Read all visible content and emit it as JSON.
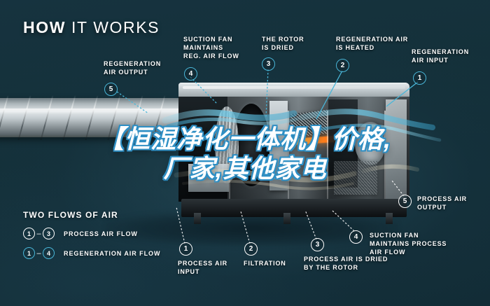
{
  "title": {
    "strong": "HOW",
    "light": "IT WORKS"
  },
  "background_color": "#15323f",
  "accent_color": "#49b6d8",
  "callouts": [
    {
      "id": 5,
      "marker": "5",
      "style": "blue",
      "text": "REGENERATION\nAIR OUTPUT"
    },
    {
      "id": 4,
      "marker": "4",
      "style": "blue",
      "text": "SUCTION FAN\nMAINTAINS\nREG. AIR FLOW"
    },
    {
      "id": 3,
      "marker": "3",
      "style": "blue",
      "text": "THE ROTOR\nIS DRIED"
    },
    {
      "id": 2,
      "marker": "2",
      "style": "blue",
      "text": "REGENERATION AIR\nIS HEATED"
    },
    {
      "id": 1,
      "marker": "1",
      "style": "blue",
      "text": "REGENERATION\nAIR INPUT"
    },
    {
      "id": 6,
      "marker": "5",
      "style": "white",
      "text": "PROCESS AIR\nOUTPUT"
    },
    {
      "id": 7,
      "marker": "4",
      "style": "white",
      "text": "SUCTION FAN\nMAINTAINS PROCESS\nAIR FLOW"
    },
    {
      "id": 8,
      "marker": "3",
      "style": "white",
      "text": "PROCESS AIR IS DRIED\nBY THE ROTOR"
    },
    {
      "id": 9,
      "marker": "2",
      "style": "white",
      "text": "FILTRATION"
    },
    {
      "id": 10,
      "marker": "1",
      "style": "white",
      "text": "PROCESS AIR\nINPUT"
    }
  ],
  "legend": {
    "title": "TWO FLOWS OF AIR",
    "dash": "–",
    "rows": [
      {
        "from": "1",
        "to": "3",
        "style": "white",
        "label": "PROCESS AIR FLOW"
      },
      {
        "from": "1",
        "to": "4",
        "style": "blue",
        "label": "REGENERATION AIR FLOW"
      }
    ]
  },
  "watermark": {
    "text": "【恒湿净化一体机】价格,\n厂家,其他家电"
  }
}
